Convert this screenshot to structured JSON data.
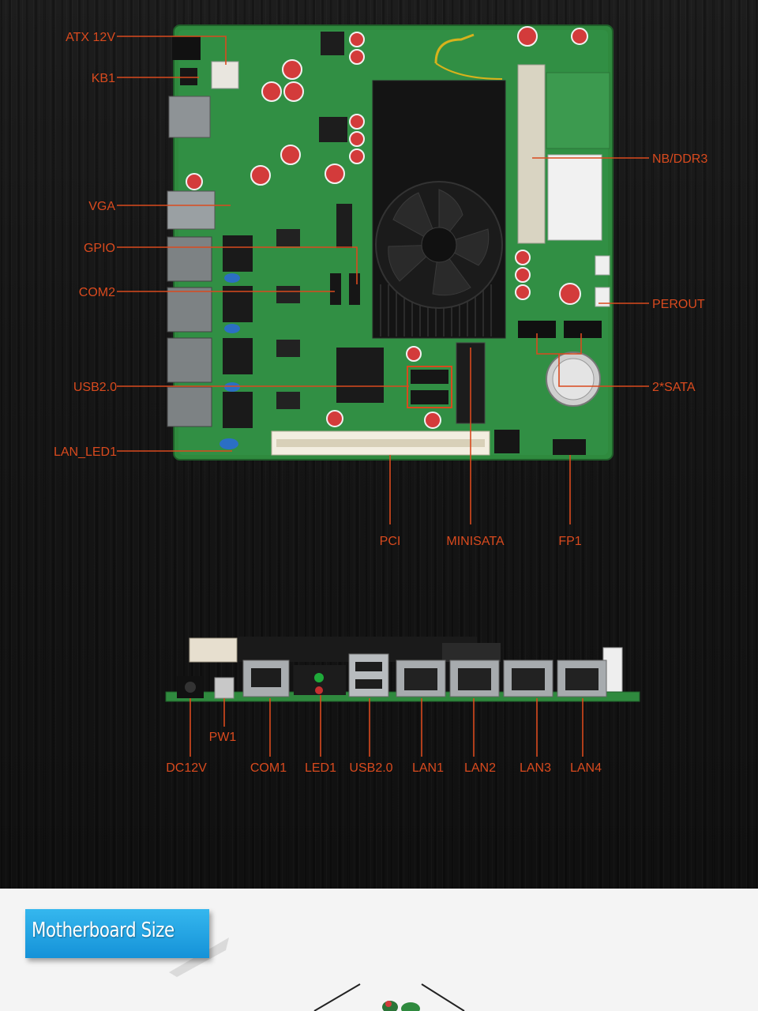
{
  "board_labels": {
    "atx12v": "ATX 12V",
    "kb1": "KB1",
    "vga": "VGA",
    "gpio": "GPIO",
    "com2": "COM2",
    "usb20_top": "USB2.0",
    "lan_led1": "LAN_LED1",
    "nb_ddr3": "NB/DDR3",
    "perout": "PEROUT",
    "sata2": "2*SATA",
    "pci": "PCI",
    "minisata": "MINISATA",
    "fp1": "FP1"
  },
  "io_labels": {
    "pw1": "PW1",
    "dc12v": "DC12V",
    "com1": "COM1",
    "led1": "LED1",
    "usb20_io": "USB2.0",
    "lan1": "LAN1",
    "lan2": "LAN2",
    "lan3": "LAN3",
    "lan4": "LAN4"
  },
  "section": {
    "title": "Motherboard Size"
  },
  "colors": {
    "label": "#d94a1e",
    "banner": "#1f9fe0",
    "pcb": "#2f8a3e"
  }
}
